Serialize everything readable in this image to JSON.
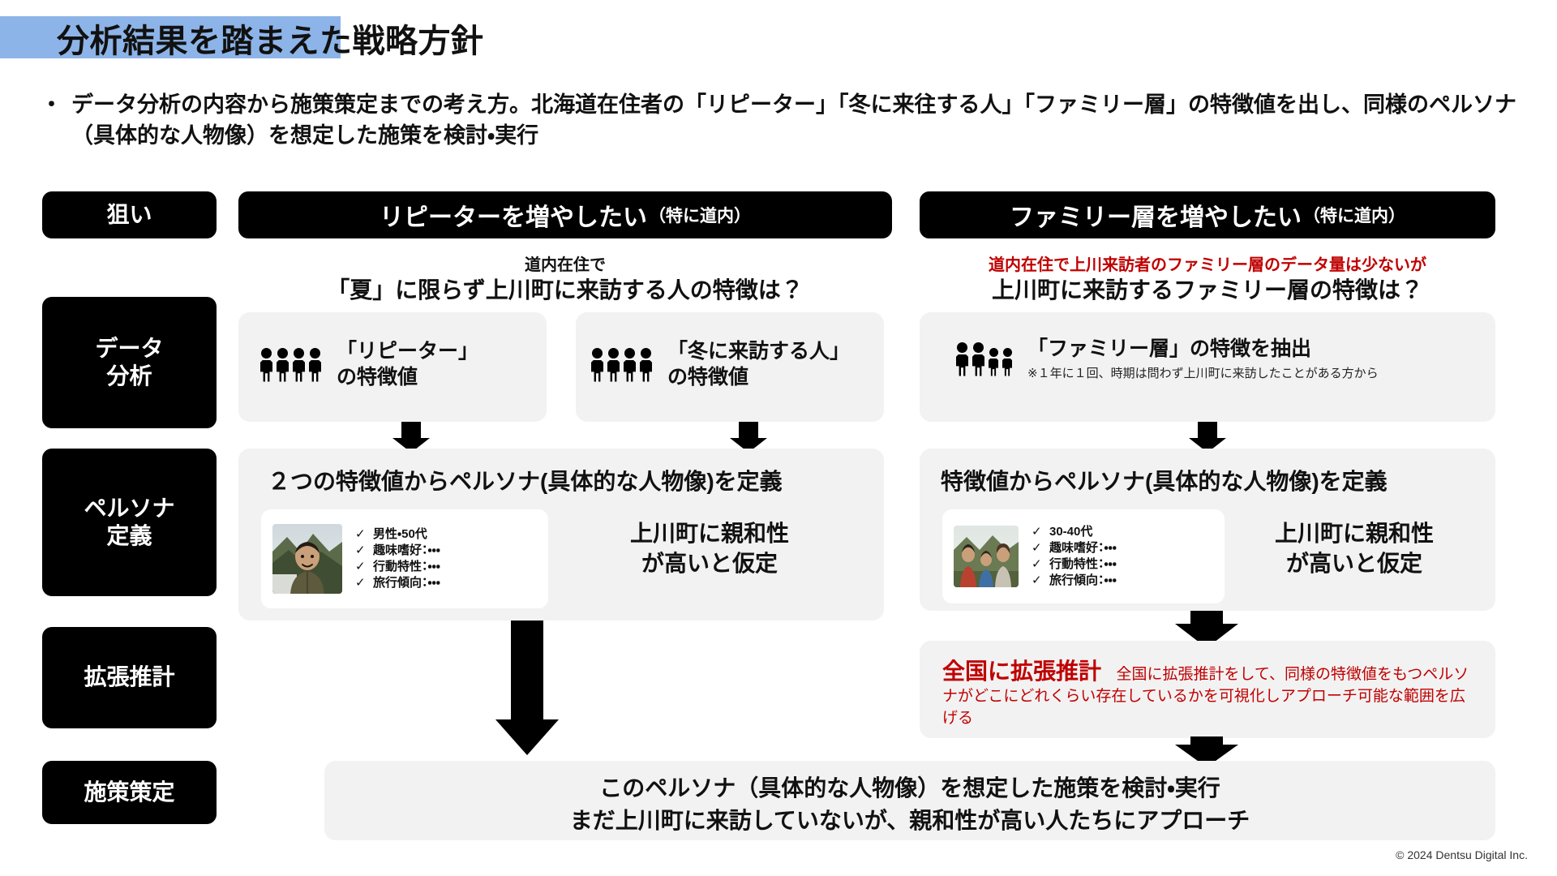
{
  "title": "分析結果を踏まえた戦略方針",
  "lead": {
    "bullet": "・",
    "text": "データ分析の内容から施策策定までの考え方。北海道在住者の「リピーター」「冬に来往する人」「ファミリー層」の特徴値を出し、同様のペルソナ（具体的な人物像）を想定した施策を検討・実行"
  },
  "row_labels": {
    "aim": "狙い",
    "data": "データ\n分析",
    "data_line1": "データ",
    "data_line2": "分析",
    "persona_line1": "ペルソナ",
    "persona_line2": "定義",
    "expand": "拡張推計",
    "policy": "施策策定"
  },
  "columns": {
    "left": {
      "header_main": "リピーターを増やしたい",
      "header_sub": "（特に道内）",
      "question_small": "道内在住で",
      "question_main": "「夏」に限らず上川町に来訪する人の特徴は？",
      "cards": [
        {
          "icon": "people-icon",
          "label_line1": "「リピーター」",
          "label_line2": "の特徴値"
        },
        {
          "icon": "people-icon",
          "label_line1": "「冬に来訪する人」",
          "label_line2": "の特徴値"
        }
      ],
      "persona_title": "２つの特徴値からペルソナ(具体的な人物像)を定義",
      "persona_checks": [
        "男性・50代",
        "趣味嗜好：・・・",
        "行動特性：・・・",
        "旅行傾向：・・・"
      ],
      "assume_line1": "上川町に親和性",
      "assume_line2": "が高いと仮定"
    },
    "right": {
      "header_main": "ファミリー層を増やしたい",
      "header_sub": "（特に道内）",
      "question_small": "道内在住で上川来訪者のファミリー層のデータ量は少ないが",
      "question_main": "上川町に来訪するファミリー層の特徴は？",
      "card": {
        "icon": "people-icon",
        "label": "「ファミリー層」の特徴を抽出",
        "note": "※１年に１回、時期は問わず上川町に来訪したことがある方から"
      },
      "persona_title": "特徴値からペルソナ(具体的な人物像)を定義",
      "persona_checks": [
        "30-40代",
        "趣味嗜好：・・・",
        "行動特性：・・・",
        "旅行傾向：・・・"
      ],
      "assume_line1": "上川町に親和性",
      "assume_line2": "が高いと仮定",
      "expand_title": "全国に拡張推計",
      "expand_body": "全国に拡張推計をして、同様の特徴値をもつペルソナがどこにどれくらい存在しているかを可視化しアプローチ可能な範囲を広げる"
    }
  },
  "policy": {
    "line1": "このペルソナ（具体的な人物像）を想定した施策を検討・実行",
    "line2": "まだ上川町に来訪していないが、親和性が高い人たちにアプローチ"
  },
  "footer": "© 2024 Dentsu Digital Inc.",
  "colors": {
    "title_highlight": "#8DB4E8",
    "black_box": "#000000",
    "panel_grey": "#F2F2F2",
    "red": "#C00000"
  }
}
